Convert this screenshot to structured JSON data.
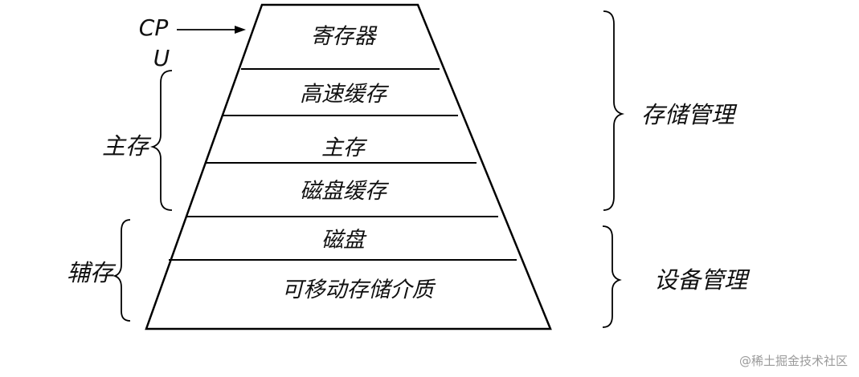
{
  "cpu": {
    "line1": "CP",
    "line2": "U"
  },
  "layers": [
    {
      "label": "寄存器"
    },
    {
      "label": "高速缓存"
    },
    {
      "label": "主存"
    },
    {
      "label": "磁盘缓存"
    },
    {
      "label": "磁盘"
    },
    {
      "label": "可移动存储介质"
    }
  ],
  "left_groups": [
    {
      "label": "主存"
    },
    {
      "label": "辅存"
    }
  ],
  "right_groups": [
    {
      "label": "存储管理"
    },
    {
      "label": "设备管理"
    }
  ],
  "watermark": "@稀土掘金技术社区"
}
